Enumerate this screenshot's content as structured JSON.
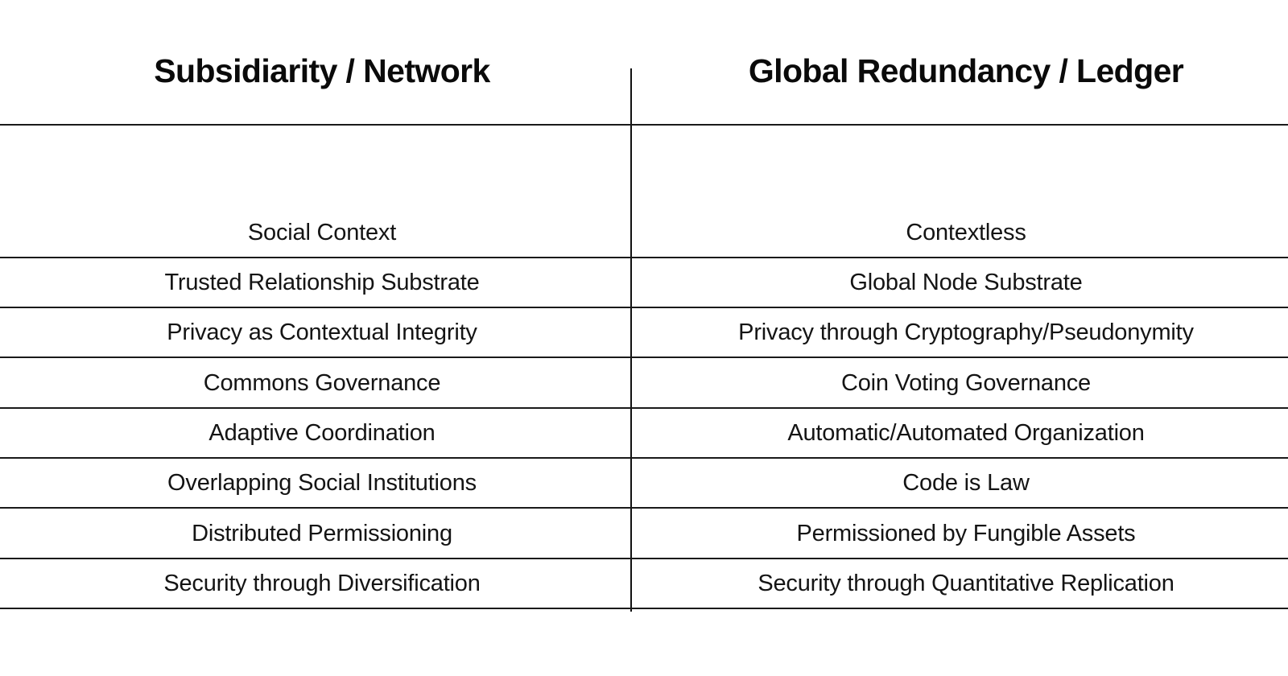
{
  "document": {
    "type": "two-column-comparison-table",
    "background_color": "#ffffff",
    "text_color": "#141414",
    "rule_color": "#1a1a1a"
  },
  "table": {
    "headers": [
      "Subsidiarity / Network",
      "Global Redundancy / Ledger"
    ],
    "rows": [
      {
        "left": "Social Context",
        "right": "Contextless"
      },
      {
        "left": "Trusted Relationship Substrate",
        "right": "Global Node Substrate"
      },
      {
        "left": "Privacy as Contextual Integrity",
        "right": "Privacy through Cryptography/Pseudonymity"
      },
      {
        "left": "Commons Governance",
        "right": "Coin Voting Governance"
      },
      {
        "left": "Adaptive Coordination",
        "right": "Automatic/Automated Organization"
      },
      {
        "left": "Overlapping Social Institutions",
        "right": "Code is Law"
      },
      {
        "left": "Distributed Permissioning",
        "right": "Permissioned by Fungible Assets"
      },
      {
        "left": "Security through Diversification",
        "right": "Security through Quantitative Replication"
      }
    ]
  }
}
